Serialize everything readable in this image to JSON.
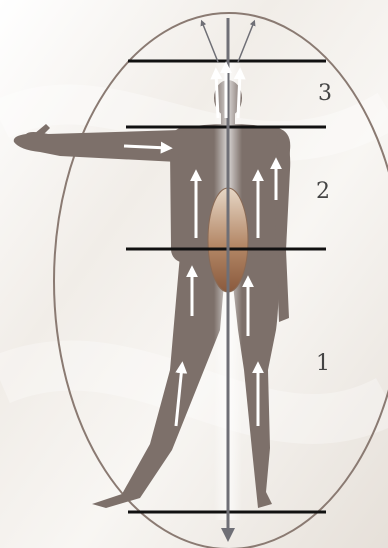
{
  "zones": [
    {
      "label": "1"
    },
    {
      "label": "2"
    },
    {
      "label": "3"
    }
  ],
  "colors": {
    "background": "#efebe6",
    "figure": "#7d706a",
    "ellipse": "#8a7a72",
    "divider": "#111111",
    "axis": "#6f6f76",
    "arrow": "#ffffff",
    "label": "#444444"
  },
  "icons": [
    "human-figure",
    "energy-arrow-icon",
    "central-axis-arrow-icon",
    "core-oval"
  ]
}
